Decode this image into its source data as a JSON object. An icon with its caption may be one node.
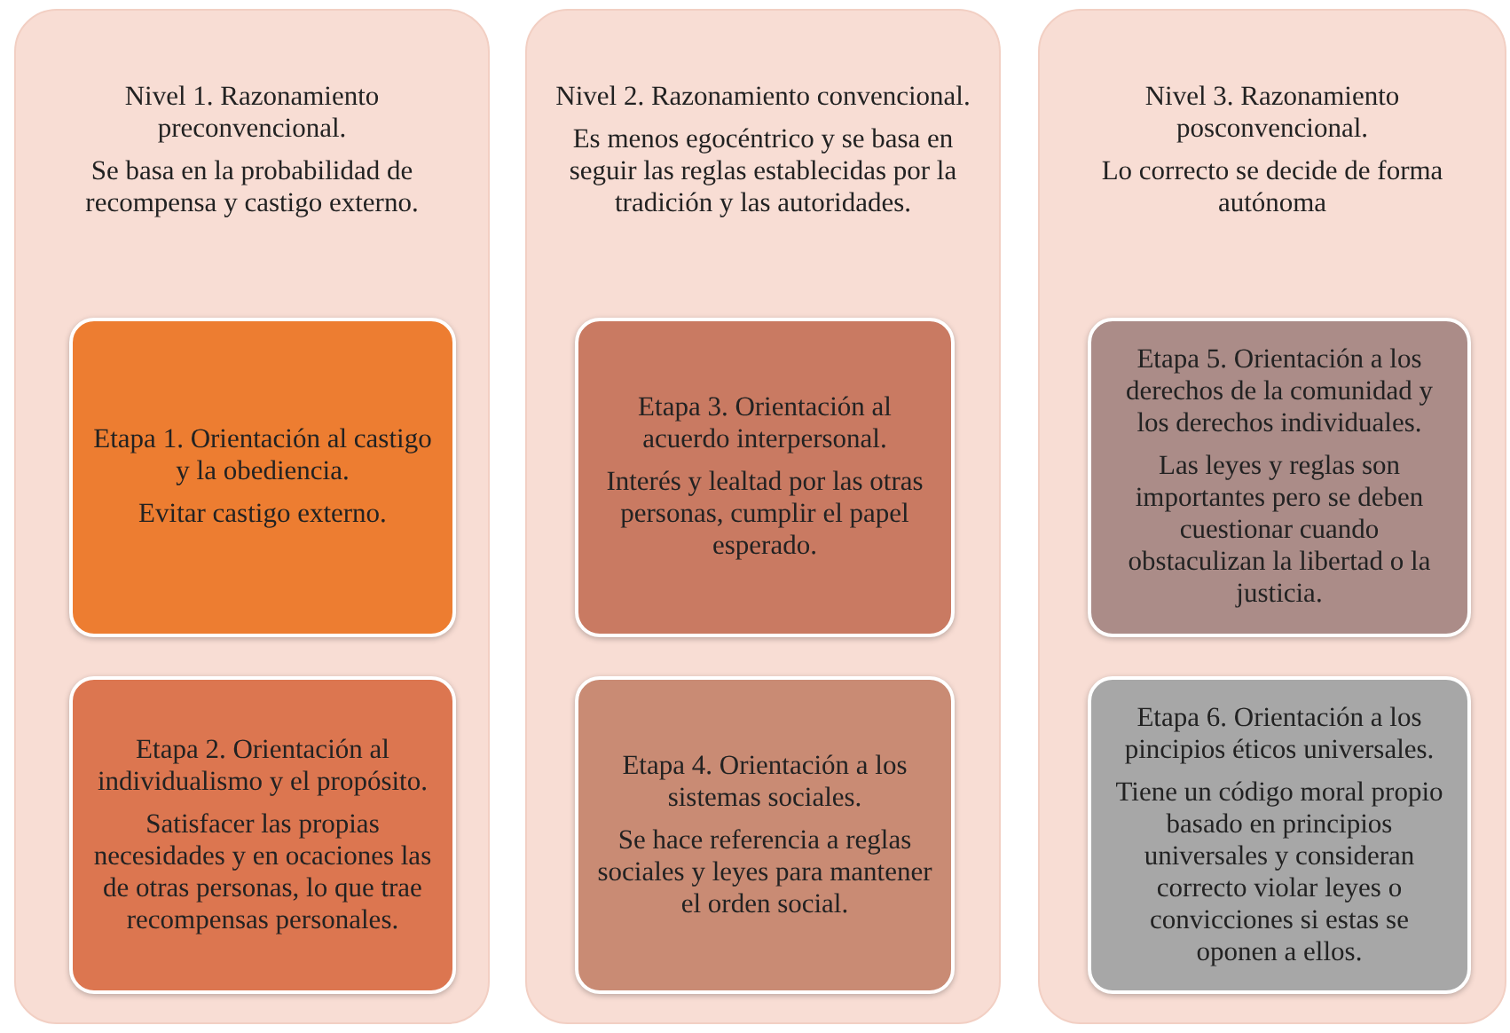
{
  "diagram": {
    "nodes": [
      {
        "text": [
          "Nivel 1. Razonamiento preconvencional.",
          "Se basa en la probabilidad de recompensa y castigo externo."
        ]
      },
      {
        "text": [
          "Etapa 1. Orientación al castigo y la obediencia.",
          "Evitar castigo externo."
        ],
        "in": 0
      },
      {
        "text": [
          "Etapa 2. Orientación al individualismo y el propósito.",
          "Satisfacer las propias necesidades y en ocaciones las de otras personas, lo que trae recompensas personales."
        ],
        "in": 0
      },
      {
        "text": [
          "Nivel 2. Razonamiento convencional.",
          "Es menos egocéntrico y se basa en seguir las reglas establecidas por la tradición y las autoridades."
        ]
      },
      {
        "text": [
          "Etapa 3. Orientación al acuerdo interpersonal.",
          "Interés y lealtad por las otras personas, cumplir el papel esperado."
        ],
        "in": 3
      },
      {
        "text": [
          "Etapa 4. Orientación a los sistemas sociales.",
          "Se hace referencia a reglas sociales y leyes para mantener el orden social."
        ],
        "in": 3
      },
      {
        "text": [
          "Nivel 3. Razonamiento posconvencional.",
          "Lo correcto se decide de forma autónoma"
        ]
      },
      {
        "text": [
          "Etapa 5. Orientación a los derechos de la comunidad y los derechos individuales.",
          "Las leyes y reglas son importantes pero se deben cuestionar cuando obstaculizan la libertad o la justicia."
        ],
        "in": 6
      },
      {
        "text": [
          "Etapa 6. Orientación a los pincipios éticos universales.",
          "Tiene un código moral propio basado en principios universales y consideran correcto violar leyes o convicciones si estas se oponen a ellos."
        ],
        "in": 6
      }
    ]
  }
}
